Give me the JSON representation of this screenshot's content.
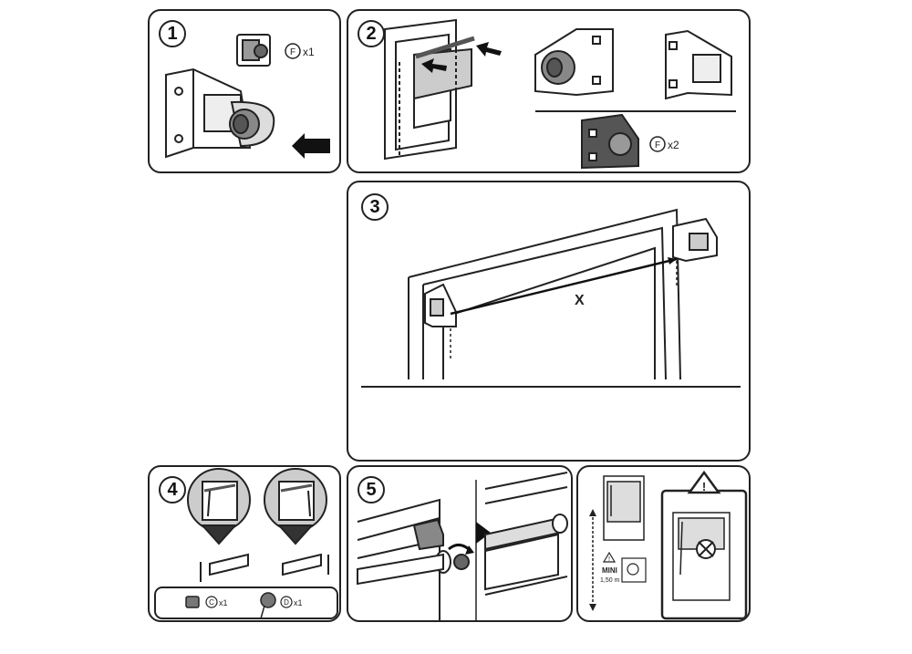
{
  "steps": {
    "s1": "1",
    "s2": "2",
    "s3": "3",
    "s4": "4",
    "s5": "5"
  },
  "panel1": {
    "part_letter": "F",
    "qty": "x1"
  },
  "panel2": {
    "part_letter": "F",
    "qty": "x2"
  },
  "panel3": {
    "measure_label": "X"
  },
  "panel4": {
    "part_c_letter": "C",
    "part_c_qty": "x1",
    "part_d_letter": "D",
    "part_d_qty": "x1"
  },
  "panel6": {
    "warning_symbol": "!",
    "mini_label": "MINI",
    "mini_height": "1,50 m"
  },
  "colors": {
    "line": "#222222",
    "fill_gray": "#bdbdbd",
    "dark_gray": "#555555"
  }
}
